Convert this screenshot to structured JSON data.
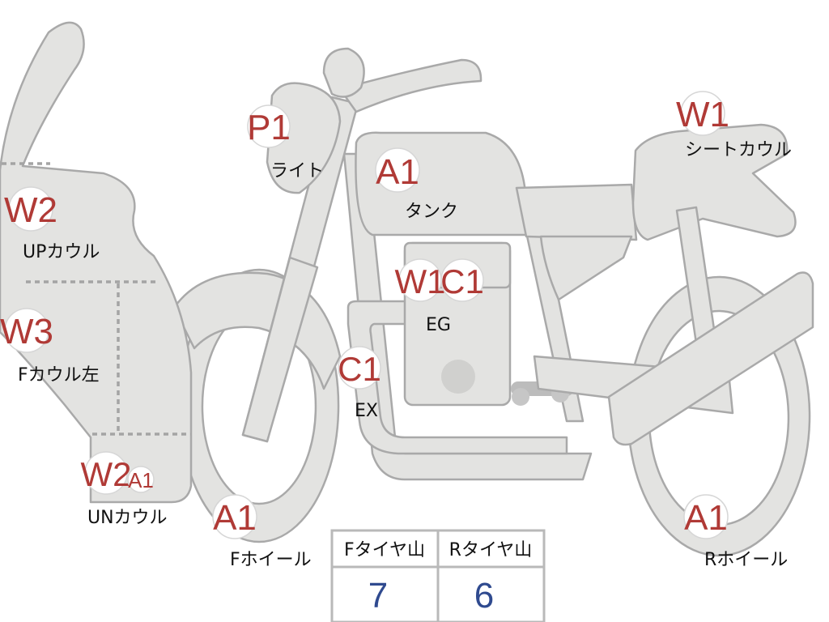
{
  "parts": [
    {
      "id": "light",
      "codes": [
        "P1"
      ],
      "label": "ライト"
    },
    {
      "id": "tank",
      "codes": [
        "A1"
      ],
      "label": "タンク"
    },
    {
      "id": "seat-cowl",
      "codes": [
        "W1"
      ],
      "label": "シートカウル"
    },
    {
      "id": "up-cowl",
      "codes": [
        "W2"
      ],
      "label": "UPカウル"
    },
    {
      "id": "engine",
      "codes": [
        "W1",
        "C1"
      ],
      "label": "EG"
    },
    {
      "id": "f-cowl-left",
      "codes": [
        "W3"
      ],
      "label": "Fカウル左"
    },
    {
      "id": "exhaust",
      "codes": [
        "C1"
      ],
      "label": "EX"
    },
    {
      "id": "un-cowl",
      "codes": [
        "W2",
        "A1"
      ],
      "label": "UNカウル"
    },
    {
      "id": "f-wheel",
      "codes": [
        "A1"
      ],
      "label": "Fホイール"
    },
    {
      "id": "r-wheel",
      "codes": [
        "A1"
      ],
      "label": "Rホイール"
    }
  ],
  "tire_table": {
    "headers": [
      "Fタイヤ山",
      "Rタイヤ山"
    ],
    "values": [
      "7",
      "6"
    ]
  },
  "colors": {
    "code_text": "#b03a36",
    "table_value": "#2f4a8f",
    "body_fill": "#e3e3e1",
    "outline": "#a9a9a9"
  }
}
